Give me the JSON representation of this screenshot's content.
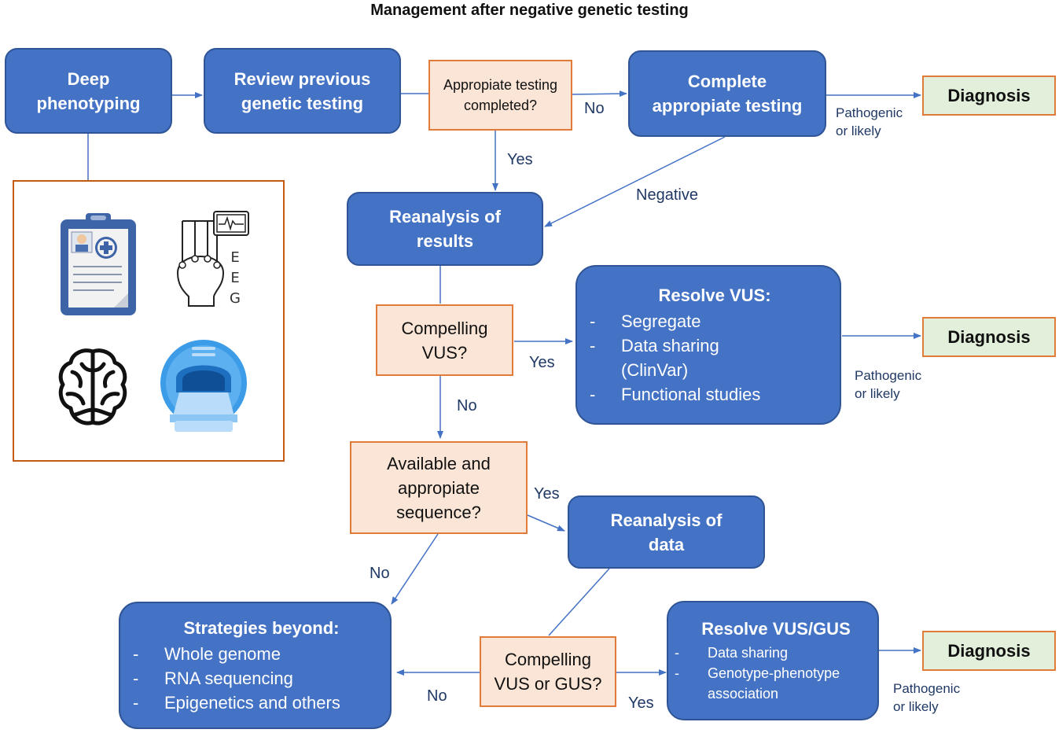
{
  "title": "Management after negative genetic testing",
  "nodes": {
    "deep_phenotyping": [
      "Deep",
      "phenotyping"
    ],
    "review_previous": [
      "Review previous",
      "genetic testing"
    ],
    "appropriate_testing_q": [
      "Appropiate testing",
      "completed?"
    ],
    "complete_testing": [
      "Complete",
      "appropiate testing"
    ],
    "diagnosis_1": "Diagnosis",
    "reanalysis_results": [
      "Reanalysis of",
      "results"
    ],
    "compelling_vus_q": [
      "Compelling",
      "VUS?"
    ],
    "resolve_vus": {
      "heading": "Resolve VUS:",
      "items": [
        "Segregate",
        "Data sharing",
        "(ClinVar)",
        "Functional studies"
      ]
    },
    "diagnosis_2": "Diagnosis",
    "available_sequence_q": [
      "Available and",
      "appropiate",
      "sequence?"
    ],
    "reanalysis_data": [
      "Reanalysis of",
      "data"
    ],
    "strategies_beyond": {
      "heading": "Strategies beyond:",
      "items": [
        "Whole genome",
        "RNA sequencing",
        "Epigenetics and others"
      ]
    },
    "compelling_vus_gus_q": [
      "Compelling",
      "VUS or GUS?"
    ],
    "resolve_vus_gus": {
      "heading": "Resolve VUS/GUS",
      "items": [
        "Data sharing",
        "Genotype-phenotype",
        "association"
      ]
    },
    "diagnosis_3": "Diagnosis"
  },
  "edge_labels": {
    "no_1": "No",
    "yes_1": "Yes",
    "negative": "Negative",
    "pathogenic_1": [
      "Pathogenic",
      "or likely"
    ],
    "yes_2": "Yes",
    "no_2": "No",
    "pathogenic_2": [
      "Pathogenic",
      "or likely"
    ],
    "yes_3": "Yes",
    "no_3": "No",
    "no_4": "No",
    "yes_4": "Yes",
    "pathogenic_3": [
      "Pathogenic",
      "or likely"
    ]
  },
  "panel": {
    "icons": [
      "clinical-record-icon",
      "eeg-icon",
      "brain-icon",
      "mri-scanner-icon"
    ],
    "eeg_letters": [
      "E",
      "E",
      "G"
    ]
  },
  "colors": {
    "blue_fill": "#4472c4",
    "blue_border": "#2f5597",
    "peach_fill": "#fbe5d6",
    "orange_border": "#e07b39",
    "green_fill": "#e2efda",
    "line": "#4472c4"
  }
}
